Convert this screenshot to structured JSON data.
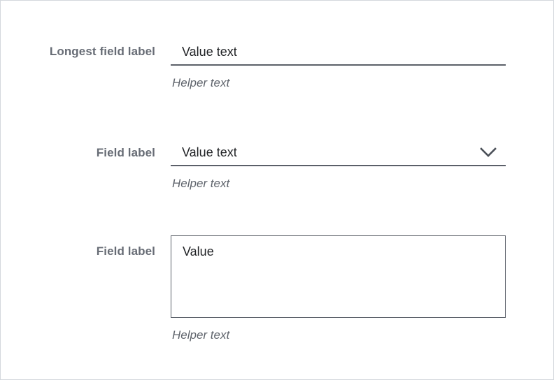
{
  "theme": {
    "background": "#ffffff",
    "frame_border": "#d4d8dd",
    "label_color": "#676c75",
    "value_color": "#1f2124",
    "helper_color": "#5f646c",
    "line_color": "#5b6069"
  },
  "form": {
    "fields": [
      {
        "type": "text",
        "label": "Longest field label",
        "value": "Value text",
        "placeholder": "Value text",
        "helper": "Helper text"
      },
      {
        "type": "select",
        "label": "Field label",
        "value": "Value text",
        "placeholder": "Value text",
        "helper": "Helper text",
        "icon": "chevron-down-icon"
      },
      {
        "type": "textarea",
        "label": "Field label",
        "value": "Value",
        "placeholder": "Value",
        "helper": "Helper text"
      }
    ]
  }
}
